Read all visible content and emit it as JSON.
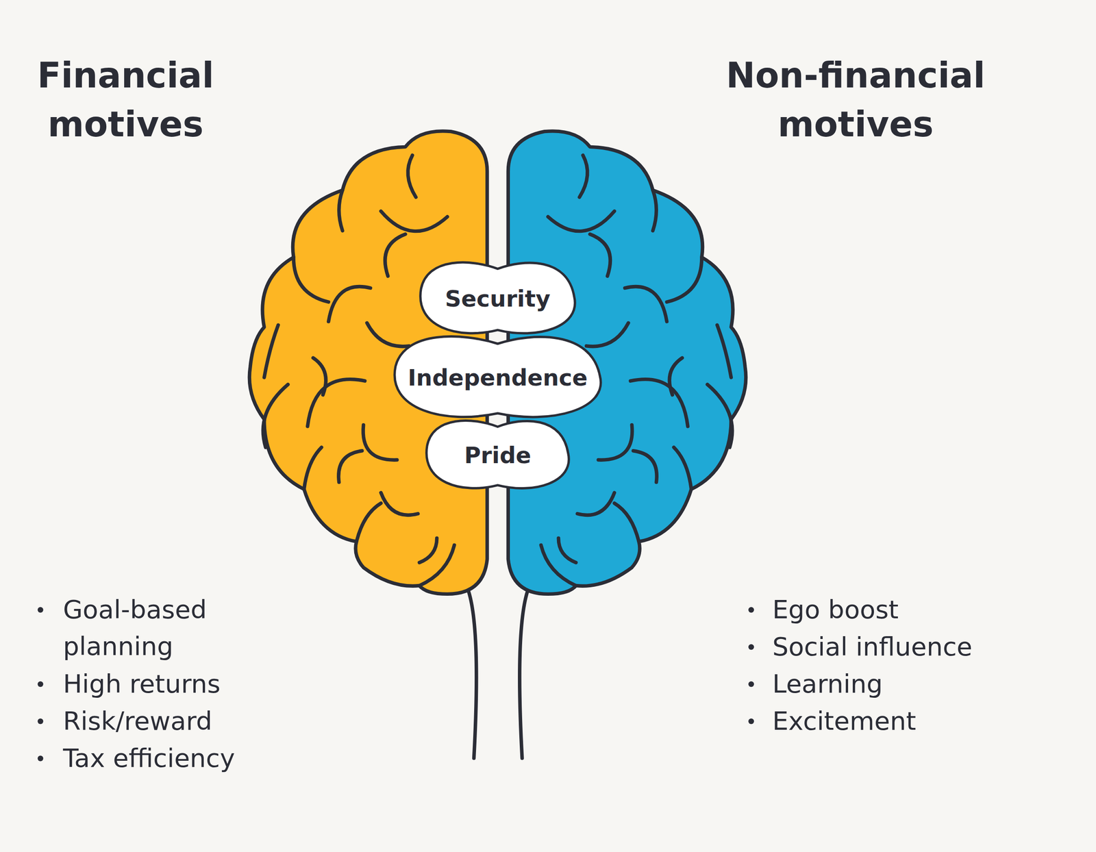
{
  "diagram": {
    "nodes": [
      {
        "text": [
          "Security"
        ]
      },
      {
        "text": [
          "Independence"
        ]
      },
      {
        "text": [
          "Pride"
        ]
      }
    ],
    "labels": [
      "Financial motives",
      "Non-financial motives",
      "Goal-based planning",
      "High returns",
      "Risk/reward",
      "Tax efficiency",
      "Ego boost",
      "Social influence",
      "Learning",
      "Excitement"
    ]
  }
}
